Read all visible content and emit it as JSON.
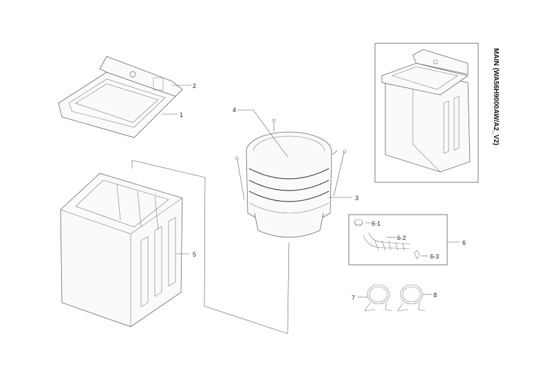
{
  "title": "MAIN (WA56H9000AW/A2_V2)",
  "callouts": {
    "p1": "1",
    "p2": "2",
    "p3": "3",
    "p4": "4",
    "p5": "5",
    "p6": "6",
    "p6_1": "6-1",
    "p6_2": "6-2",
    "p6_3": "6-3",
    "p7": "7",
    "p8": "8"
  }
}
